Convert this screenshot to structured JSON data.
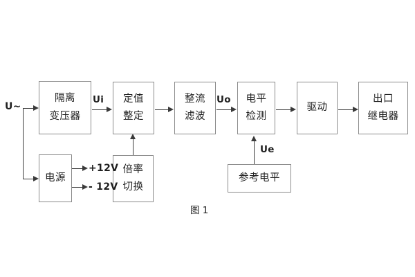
{
  "figure": {
    "caption": "图 1",
    "background_color": "#ffffff",
    "box_border_color": "#8a8a8a",
    "wire_color": "#3a3a3a",
    "text_color": "#1f1f1f"
  },
  "terminals": {
    "input_supply": "U~",
    "rail_positive": "+12V",
    "rail_negative": "- 12V"
  },
  "signals": {
    "ui": "Ui",
    "uo": "Uo",
    "ue": "Ue"
  },
  "blocks": [
    {
      "id": "isolation-transformer",
      "line1": "隔离",
      "line2": "变压器"
    },
    {
      "id": "setting-value",
      "line1": "定值",
      "line2": "整定"
    },
    {
      "id": "rectify-filter",
      "line1": "整流",
      "line2": "滤波"
    },
    {
      "id": "level-detect",
      "line1": "电平",
      "line2": "检测"
    },
    {
      "id": "driver",
      "line1": "驱动",
      "line2": ""
    },
    {
      "id": "output-relay",
      "line1": "出口",
      "line2": "继电器"
    },
    {
      "id": "power-supply",
      "line1": "电源",
      "line2": ""
    },
    {
      "id": "multiplier-switch",
      "line1": "倍率",
      "line2": "切换"
    },
    {
      "id": "reference-level",
      "line1": "参考电平",
      "line2": ""
    }
  ]
}
